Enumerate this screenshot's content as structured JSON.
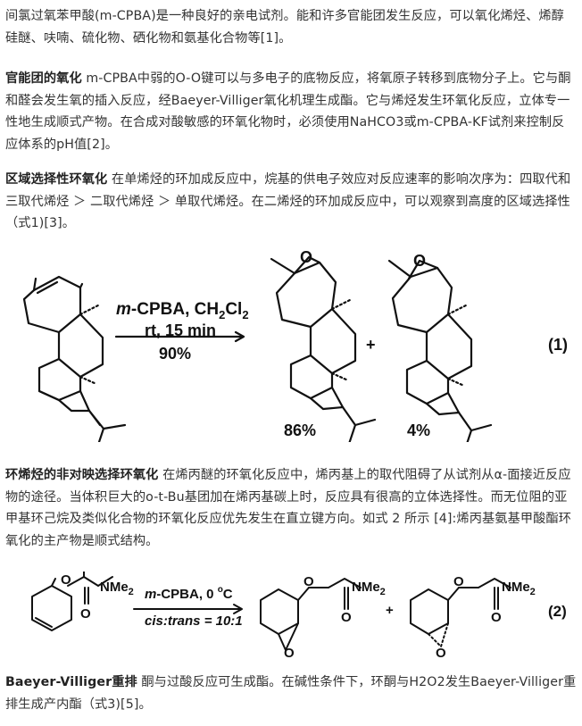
{
  "p1": {
    "text": "间氯过氧苯甲酸(m-CPBA)是一种良好的亲电试剂。能和许多官能团发生反应，可以氧化烯烃、烯醇硅醚、呋喃、硫化物、硒化物和氨基化合物等[1]。"
  },
  "p2": {
    "heading": "官能团的氧化",
    "text": " m-CPBA中弱的O-O键可以与多电子的底物反应，将氧原子转移到底物分子上。它与酮和醛会发生氧的插入反应，经Baeyer-Villiger氧化机理生成酯。它与烯烃发生环氧化反应，立体专一性地生成顺式产物。在合成对酸敏感的环氧化物时，必须使用NaHCO3或m-CPBA-KF试剂来控制反应体系的pH值[2]。"
  },
  "p3": {
    "heading": "区域选择性环氧化",
    "text": " 在单烯烃的环加成反应中，烷基的供电子效应对反应速率的影响次序为：四取代和三取代烯烃 ＞ 二取代烯烃 ＞ 单取代烯烃。在二烯烃的环加成反应中，可以观察到高度的区域选择性（式1)[3]。"
  },
  "scheme1": {
    "reagent_italic": "m",
    "reagent_rest": "-CPBA, CH",
    "reagent_sub2a": "2",
    "reagent_cl": "Cl",
    "reagent_sub2b": "2",
    "conditions": "rt, 15 min",
    "yield": "90%",
    "product1_pct": "86%",
    "product2_pct": "4%",
    "plus": "+",
    "eq_label": "(1)"
  },
  "p4": {
    "heading": "环烯烃的非对映选择环氧化",
    "text": " 在烯丙醚的环氧化反应中，烯丙基上的取代阻碍了从试剂从α-面接近反应物的途径。当体积巨大的o-t-Bu基团加在烯丙基碳上时，反应具有很高的立体选择性。而无位阻的亚甲基环己烷及类似化合物的环氧化反应优先发生在直立键方向。如式 2 所示 [4]:烯丙基氨基甲酸酯环氧化的主产物是顺式结构。"
  },
  "scheme2": {
    "nme2_a": "NMe",
    "nme2_sub": "2",
    "o": "O",
    "reagent_italic": "m",
    "reagent_rest": "-CPBA, 0 ",
    "deg": "o",
    "celsius": "C",
    "ratio": "cis:trans = 10:1",
    "plus": "+",
    "eq_label": "(2)"
  },
  "p5": {
    "heading": "Baeyer-Villiger重排",
    "text": " 酮与过酸反应可生成酯。在碱性条件下，环酮与H2O2发生Baeyer-Villiger重排生成产内酯（式3)[5]。"
  }
}
